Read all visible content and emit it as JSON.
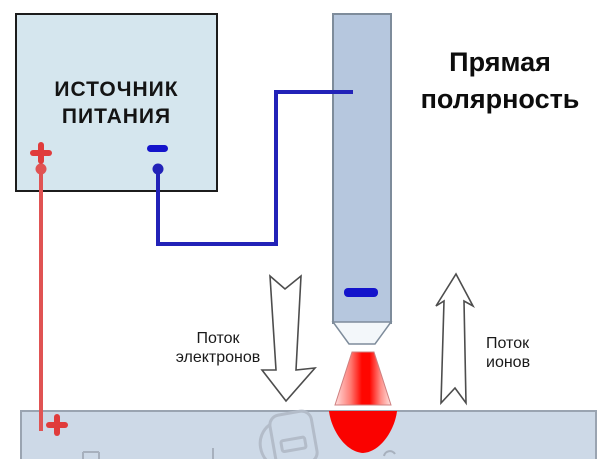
{
  "title": {
    "line1": "Прямая",
    "line2": "полярность"
  },
  "power_source": {
    "line1": "ИСТОЧНИК",
    "line2": "ПИТАНИЯ"
  },
  "labels": {
    "electron_flow_line1": "Поток",
    "electron_flow_line2": "электронов",
    "ion_flow_line1": "Поток",
    "ion_flow_line2": "ионов"
  },
  "icons": {
    "positive_terminal": "+",
    "negative_terminal": "−",
    "electrode_polarity": "−",
    "workpiece_polarity": "+",
    "welding_helmet": "welding-helmet",
    "electron_flow_arrow": "arrow-down",
    "ion_flow_arrow": "arrow-up"
  },
  "colors": {
    "power_box_fill": "#d5e6ee",
    "power_box_border": "#1c1c1c",
    "electrode_fill": "#b6c7de",
    "electrode_border": "#7e8c9b",
    "workpiece_fill": "#cdd9e7",
    "workpiece_border": "#9aa4b1",
    "wire_blue": "#2222b8",
    "terminal_blue": "#1414cb",
    "wire_red": "#e05353",
    "terminal_red": "#e03c3c",
    "arc_red": "#ff0600",
    "weld_pool_red": "#fa0200",
    "arrow_outline": "#4d4d4d",
    "helmet_gray": "#b3bcc9"
  }
}
